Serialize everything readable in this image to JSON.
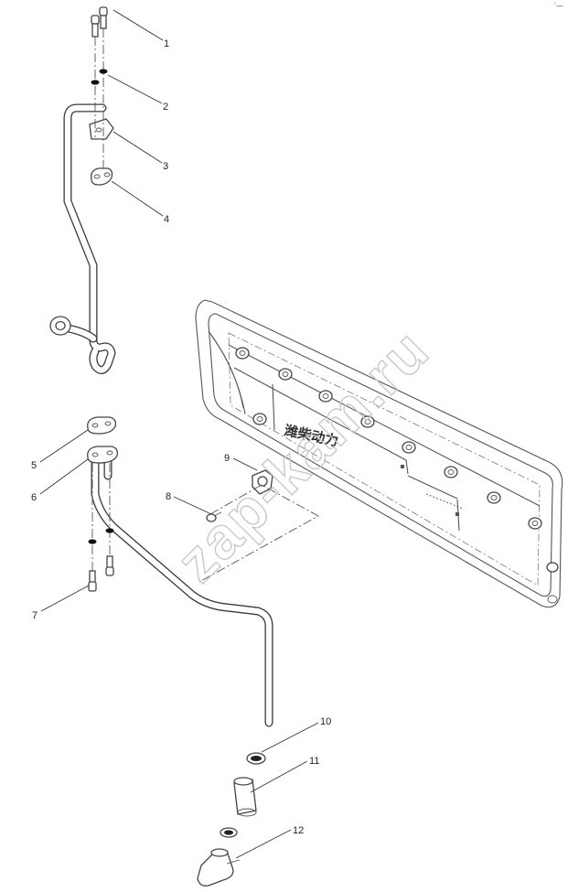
{
  "diagram": {
    "corner_mark": "′—",
    "callouts": [
      "1",
      "2",
      "3",
      "4",
      "5",
      "6",
      "7",
      "8",
      "9",
      "10",
      "11",
      "12"
    ],
    "cover_text": "潍柴动力",
    "watermark": "zap-kam.ru",
    "colors": {
      "line": "#333333",
      "background": "#ffffff",
      "watermark": "#c9c9c9"
    }
  }
}
